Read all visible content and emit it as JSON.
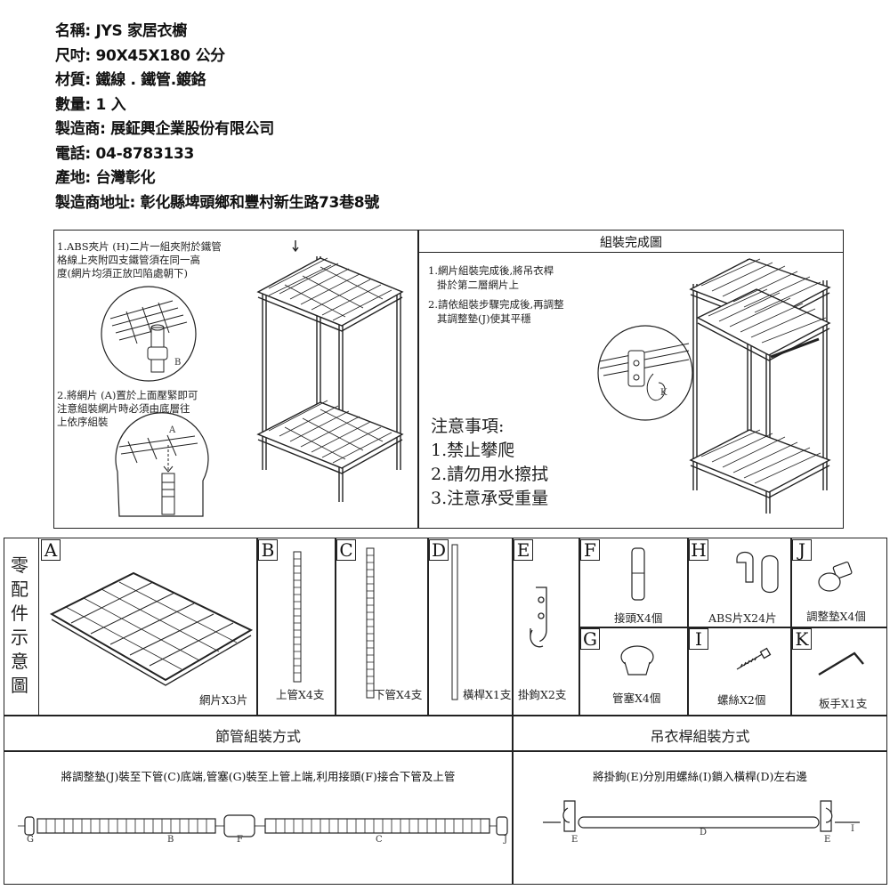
{
  "spec": [
    "名稱: JYS 家居衣櫥",
    "尺吋: 90X45X180 公分",
    "材質: 鐵線 . 鐵管.鍍鉻",
    "數量: 1 入",
    "製造商: 展鉦興企業股份有限公司",
    "電話: 04-8783133",
    "產地: 台灣彰化",
    "製造商地址: 彰化縣埤頭鄉和豐村新生路73巷8號"
  ],
  "assembly_steps": {
    "step1": [
      "1.ABS夾片 (H)二片一組夾附於鐵管",
      "格線上夾附四支鐵管須在同一高",
      "度(網片均須正放凹陷處朝下)"
    ],
    "step2": [
      "2.將網片 (A)置於上面壓緊即可",
      "注意組裝網片時必須由底層往",
      "上依序組裝"
    ],
    "label_b": "B",
    "label_a": "A"
  },
  "complete": {
    "title": "組裝完成圖",
    "notes": [
      "1.網片組裝完成後,將吊衣桿",
      "掛於第二層網片上",
      "2.請依組裝步驟完成後,再調整",
      "其調整墊(J)使其平穩"
    ],
    "label_k": "K"
  },
  "caution": {
    "title": "注意事項:",
    "items": [
      "1.禁止攀爬",
      "2.請勿用水擦拭",
      "3.注意承受重量"
    ]
  },
  "parts": {
    "side_label": [
      "零",
      "配",
      "件",
      "示",
      "意",
      "圖"
    ],
    "items": [
      {
        "letter": "A",
        "caption": "網片X3片"
      },
      {
        "letter": "B",
        "caption": "上管X4支"
      },
      {
        "letter": "C",
        "caption": "下管X4支"
      },
      {
        "letter": "D",
        "caption": "橫桿X1支"
      },
      {
        "letter": "E",
        "caption": "掛鉤X2支"
      },
      {
        "letter": "F",
        "caption": "接頭X4個"
      },
      {
        "letter": "H",
        "caption": "ABS片X24片"
      },
      {
        "letter": "J",
        "caption": "調整墊X4個"
      },
      {
        "letter": "G",
        "caption": "管塞X4個"
      },
      {
        "letter": "I",
        "caption": "螺絲X2個"
      },
      {
        "letter": "K",
        "caption": "板手X1支"
      }
    ]
  },
  "pipe_section": {
    "title": "節管組裝方式",
    "desc": "將調整墊(J)裝至下管(C)底端,管塞(G)裝至上管上端,利用接頭(F)接合下管及上管",
    "labels": [
      "G",
      "B",
      "F",
      "C",
      "J"
    ]
  },
  "rod_section": {
    "title": "吊衣桿組裝方式",
    "desc": "將掛鉤(E)分別用螺絲(I)鎖入橫桿(D)左右邊",
    "labels": [
      "E",
      "D",
      "E",
      "I"
    ]
  }
}
